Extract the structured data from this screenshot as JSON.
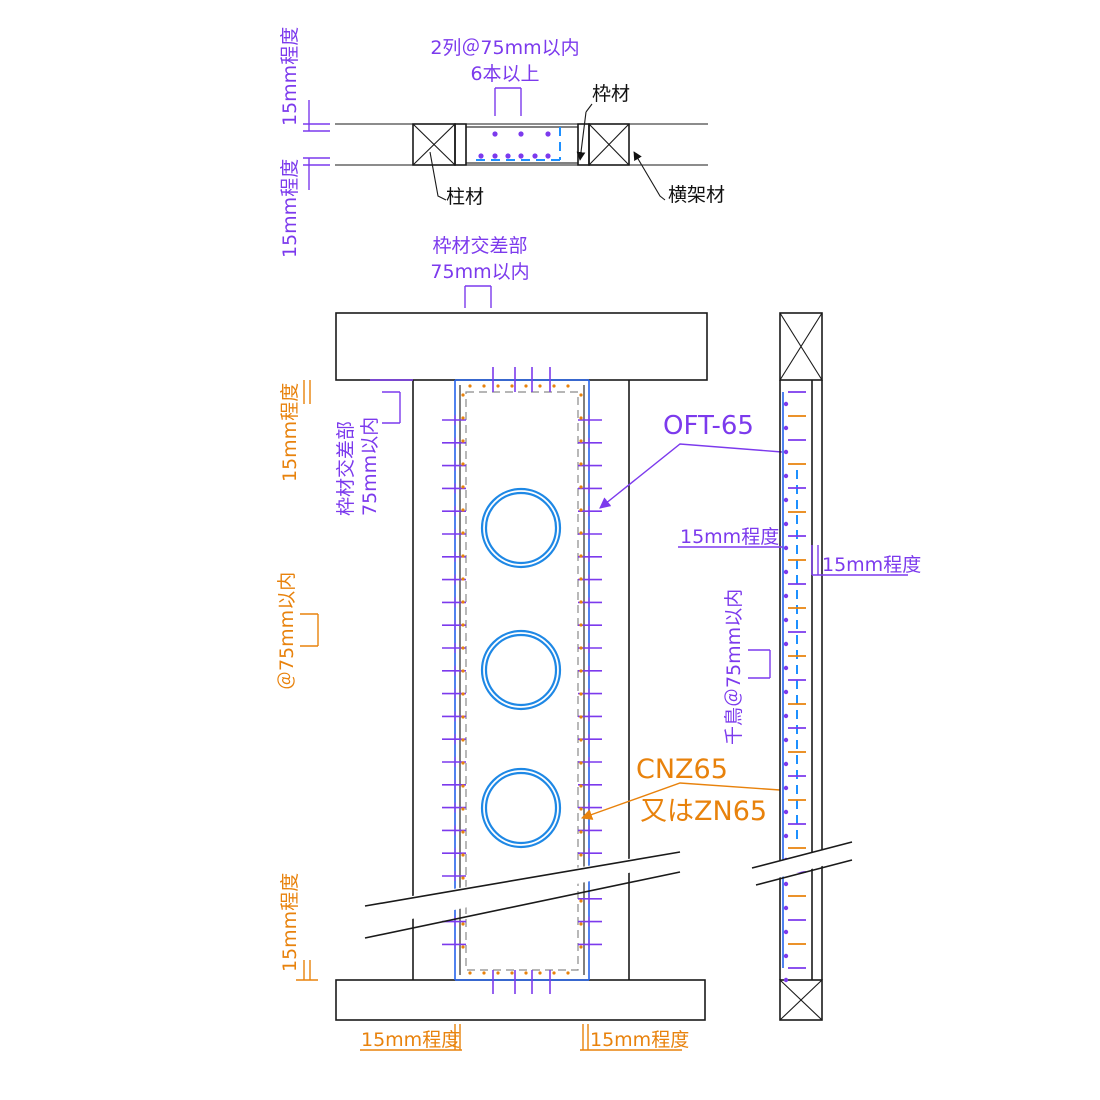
{
  "plan_view": {
    "top_dim_left": "15mm程度",
    "bottom_dim_left": "15mm程度",
    "nail_spec_line1": "2列＠75mm以内",
    "nail_spec_line2": "6本以上",
    "label_frame": "枠材",
    "label_post": "柱材",
    "label_beam": "横架材"
  },
  "elevation": {
    "top_note_line1": "枠材交差部",
    "top_note_line2": "75mm以内",
    "left_top_dim": "15mm程度",
    "left_vertical_note_line1": "枠材交差部",
    "left_vertical_note_line2": "75mm以内",
    "left_pitch": "＠75mm以内",
    "left_bottom_dim": "15mm程度",
    "bottom_left_dim": "15mm程度",
    "bottom_right_dim": "15mm程度",
    "screw_label": "OFT-65",
    "nail_label_line1": "CNZ65",
    "nail_label_line2": "又はZN65"
  },
  "section": {
    "dim_left": "15mm程度",
    "dim_right": "15mm程度",
    "stagger_note": "千鳥＠75mm以内"
  },
  "colors": {
    "purple": "#7c3aed",
    "orange": "#e8820c",
    "blue": "#1e88e5",
    "black": "#1a1a1a"
  }
}
